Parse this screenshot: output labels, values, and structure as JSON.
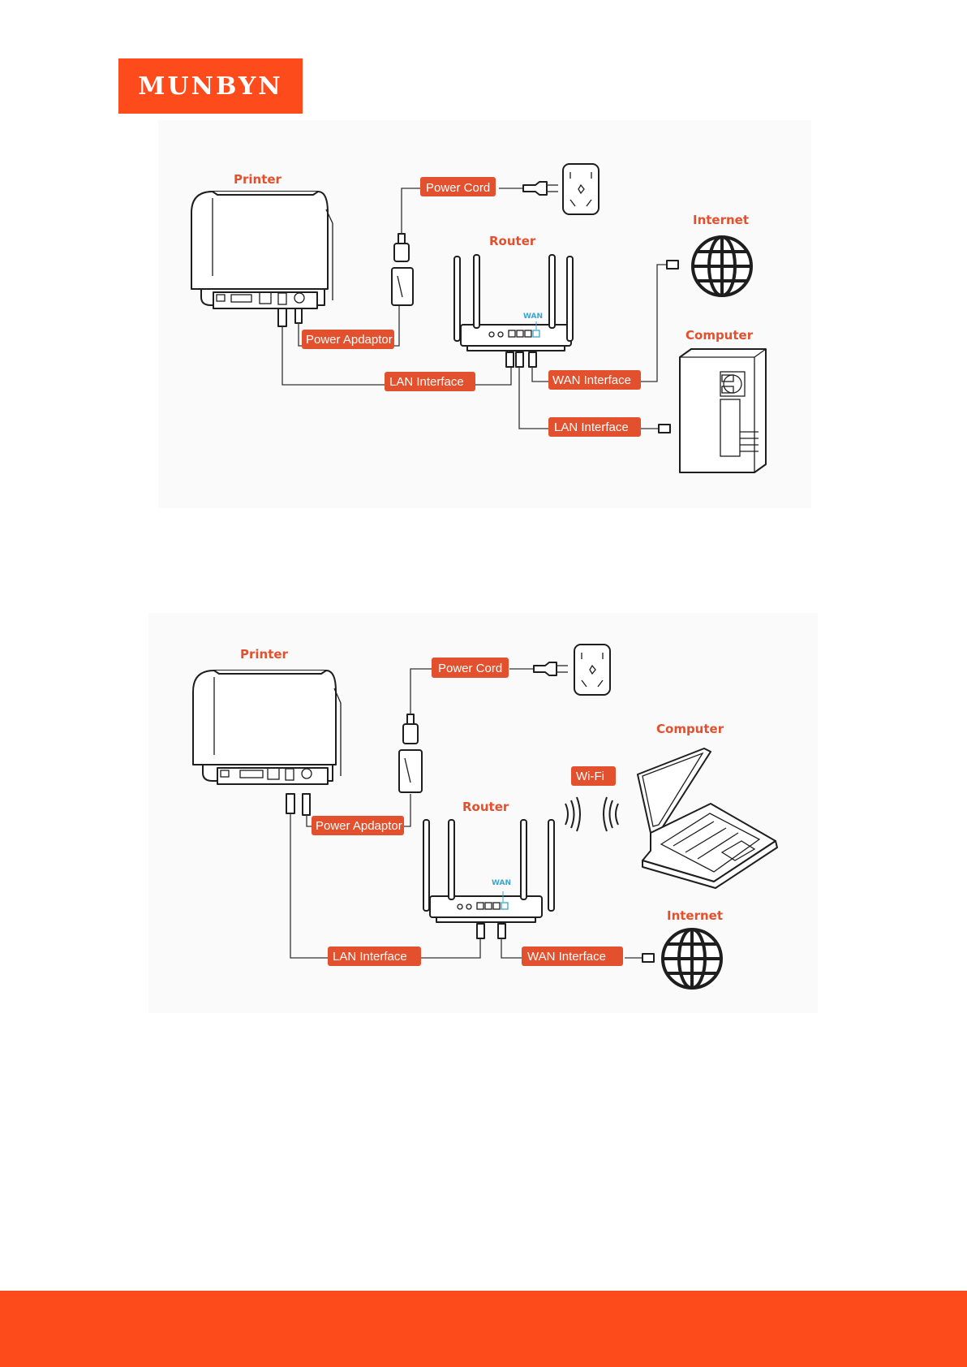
{
  "brand": {
    "name": "MUNBYN",
    "color": "#fd4b1b",
    "text_color": "#ffffff"
  },
  "label_color": "#e3502d",
  "wan_color": "#3aa6d0",
  "diagram1": {
    "printer": "Printer",
    "router": "Router",
    "internet": "Internet",
    "computer": "Computer",
    "power_cord": "Power Cord",
    "power_adaptor": "Power Apdaptor",
    "lan_interface_printer": "LAN Interface",
    "wan_interface": "WAN Interface",
    "lan_interface_computer": "LAN Interface",
    "wan_port": "WAN"
  },
  "diagram2": {
    "printer": "Printer",
    "router": "Router",
    "internet": "Internet",
    "computer": "Computer",
    "power_cord": "Power Cord",
    "power_adaptor": "Power Apdaptor",
    "wifi": "Wi-Fi",
    "lan_interface": "LAN Interface",
    "wan_interface": "WAN Interface",
    "wan_port": "WAN"
  }
}
